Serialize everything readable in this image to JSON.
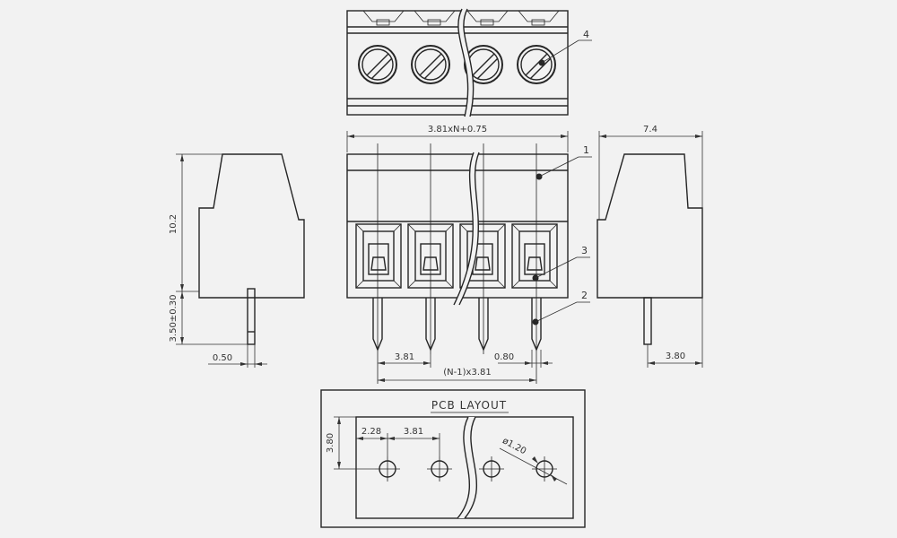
{
  "colors": {
    "line": "#262626",
    "background": "#f2f2f2"
  },
  "dimensions": {
    "total_width": "3.81xN+0.75",
    "depth": "7.4",
    "height": "10.2",
    "pin_length": "3.50±0.30",
    "pin_width": "0.50",
    "pitch": "3.81",
    "pin_thickness": "0.80",
    "pin_span": "(N-1)x3.81",
    "side_depth": "3.80"
  },
  "callouts": [
    "1",
    "2",
    "3",
    "4"
  ],
  "pcb_layout": {
    "title": "PCB LAYOUT",
    "height": "3.80",
    "offset": "2.28",
    "pitch": "3.81",
    "hole_diameter": "ø1.20"
  }
}
